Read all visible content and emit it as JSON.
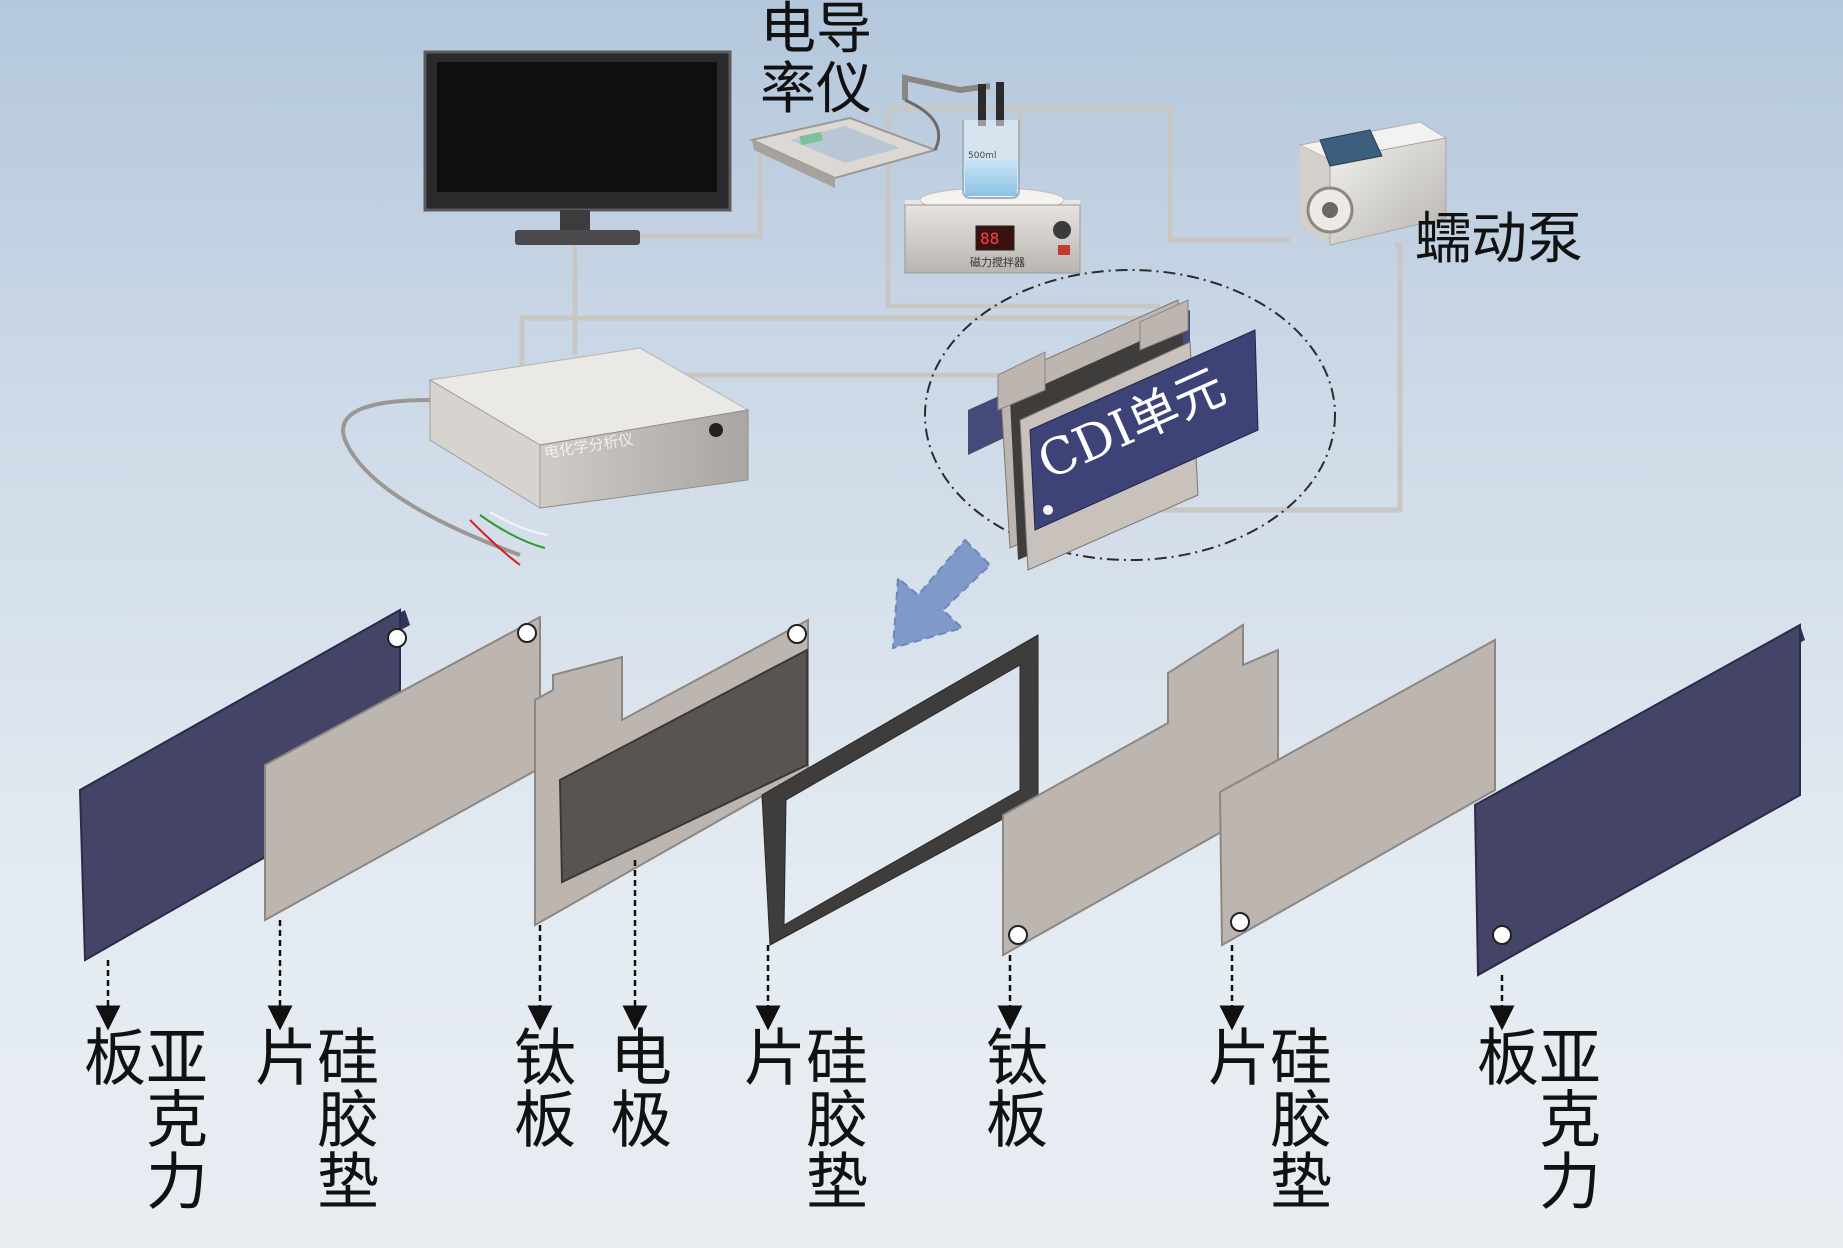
{
  "devices": {
    "conductivity_meter": "电导率仪",
    "conductivity_line1": "电导",
    "conductivity_line2": "率仪",
    "peristaltic_pump": "蠕动泵",
    "electrochemical_analyzer": "电化学分析仪",
    "cdi_unit": "CDI单元",
    "stirrer_text": "磁力搅拌器",
    "beaker_text": "500ml"
  },
  "layers": [
    {
      "label": "亚克力板",
      "color": "#434466"
    },
    {
      "label": "硅胶垫片",
      "color": "#bdb5b0"
    },
    {
      "label": "钛板",
      "color": "#bdb5b0"
    },
    {
      "label": "电极",
      "color": "#595452"
    },
    {
      "label": "硅胶垫片",
      "color": "#3f3d3c"
    },
    {
      "label": "钛板",
      "color": "#bdb5b0"
    },
    {
      "label": "硅胶垫片",
      "color": "#bdb5b0"
    },
    {
      "label": "亚克力板",
      "color": "#434466"
    }
  ],
  "colors": {
    "acrylic": "#434466",
    "silicone": "#bdb5b0",
    "electrode": "#595452",
    "pipe": "#c9c7c4",
    "arrow": "#7f99c9"
  }
}
